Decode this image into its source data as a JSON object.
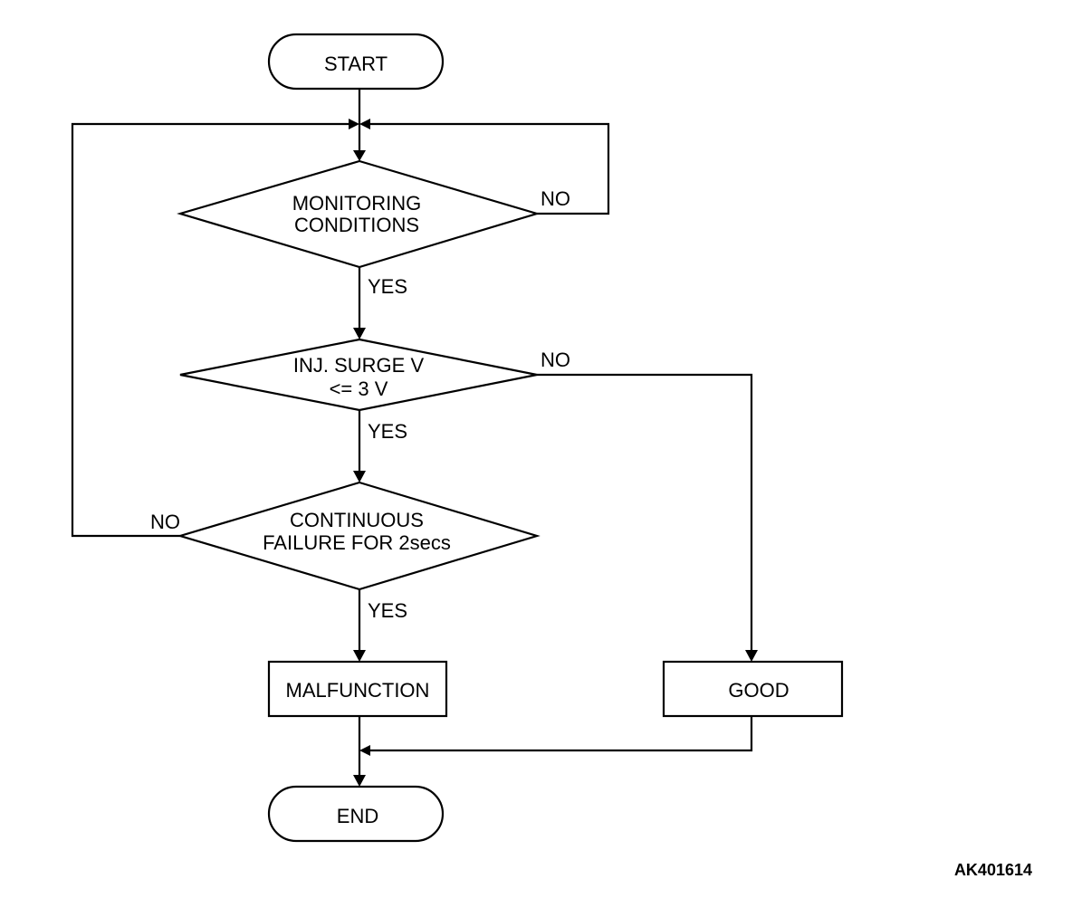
{
  "nodes": {
    "start": "START",
    "monitoring": [
      "MONITORING",
      "CONDITIONS"
    ],
    "surge": [
      "INJ. SURGE V",
      "<= 3 V"
    ],
    "continuous": [
      "CONTINUOUS",
      "FAILURE FOR 2secs"
    ],
    "malfunction": "MALFUNCTION",
    "good": "GOOD",
    "end": "END"
  },
  "labels": {
    "monitoring_no": "NO",
    "monitoring_yes": "YES",
    "surge_no": "NO",
    "surge_yes": "YES",
    "continuous_no": "NO",
    "continuous_yes": "YES"
  },
  "figure_code": "AK401614"
}
